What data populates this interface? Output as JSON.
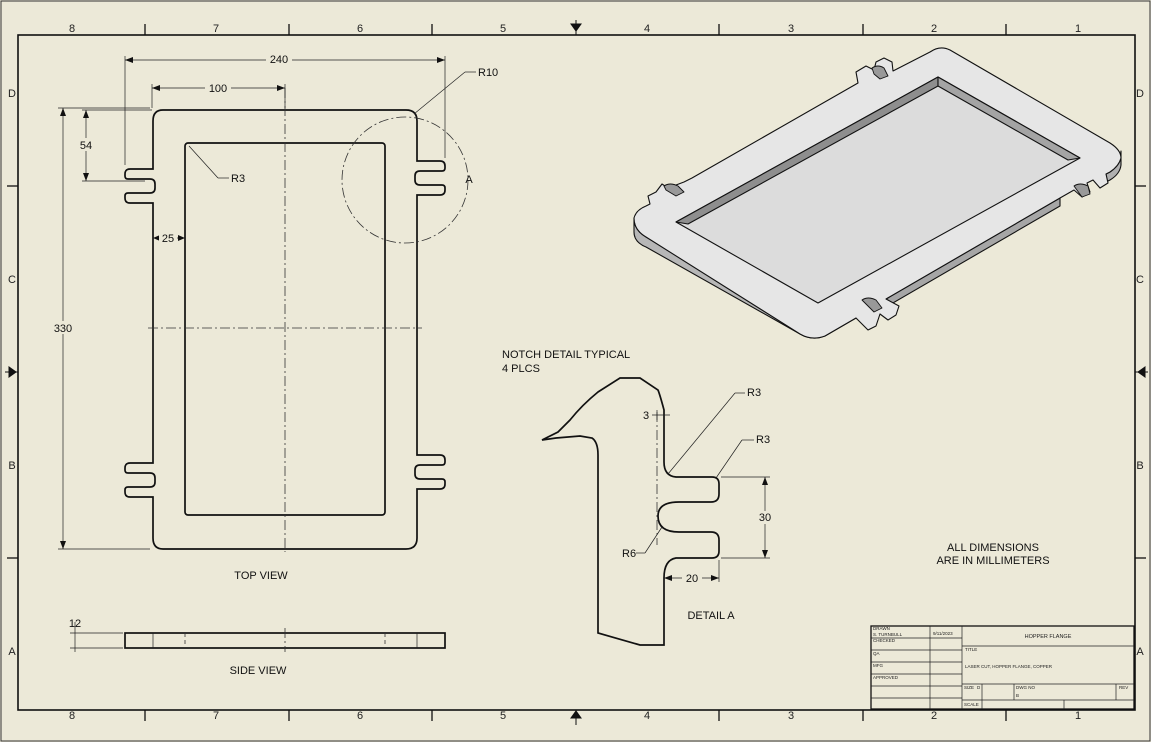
{
  "drawing": {
    "title": "HOPPER FLANGE",
    "description": "LASER CUT, HOPPER FLANGE, COPPER",
    "note": {
      "line1": "ALL DIMENSIONS",
      "line2": "ARE IN MILLIMETERS"
    }
  },
  "grid": {
    "columns": [
      "8",
      "7",
      "6",
      "5",
      "4",
      "3",
      "2",
      "1"
    ],
    "rows": [
      "D",
      "C",
      "B",
      "A"
    ]
  },
  "top_view": {
    "label": "TOP VIEW",
    "dims": {
      "width_overall": "240",
      "width_partial": "100",
      "notch_offset": "54",
      "wall_width": "25",
      "height_overall": "330",
      "inner_radius": "R3",
      "corner_radius": "R10",
      "detail_callout": "A"
    }
  },
  "side_view": {
    "label": "SIDE VIEW",
    "thickness": "12"
  },
  "detail": {
    "label": "DETAIL  A",
    "note_line1": "NOTCH DETAIL TYPICAL",
    "note_line2": "4 PLCS",
    "dims": {
      "r3_top": "R3",
      "r3_right": "R3",
      "depth": "3",
      "slot_width": "30",
      "slot_depth": "20",
      "slot_radius": "R6"
    }
  },
  "title_block": {
    "drawn_label": "DRAWN",
    "drawn_by": "S. TURNBULL",
    "date": "9/11/2023",
    "checked_label": "CHECKED",
    "qa_label": "QA",
    "mfg_label": "MFG",
    "approved_label": "APPROVED",
    "title_label": "TITLE",
    "size_label": "SIZE",
    "size_value": "D",
    "dwg_no_label": "DWG NO",
    "dwg_no_value": "B",
    "rev_label": "REV",
    "scale_label": "SCALE"
  }
}
